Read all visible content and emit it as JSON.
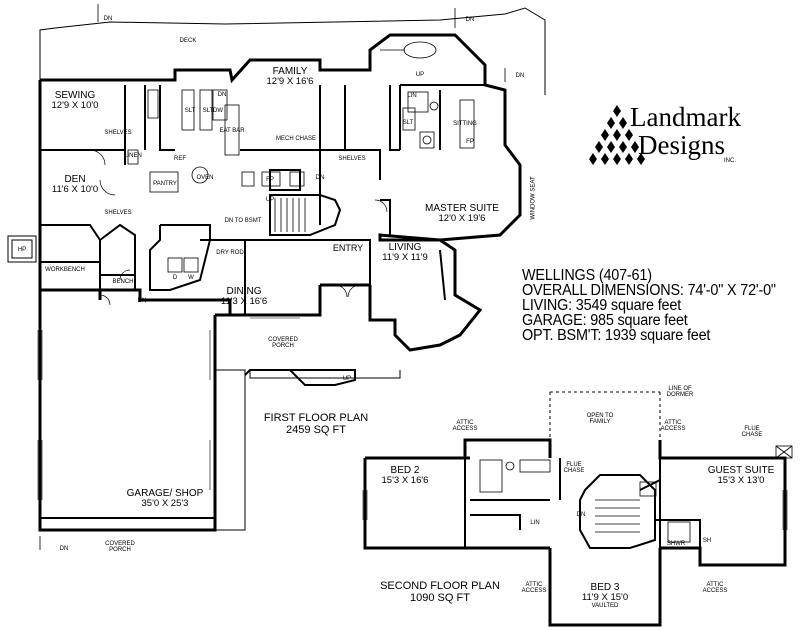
{
  "first_floor": {
    "title": "FIRST FLOOR PLAN",
    "area": "2459 SQ FT",
    "rooms": [
      {
        "name": "SEWING",
        "dims": "12'9 X 10'0"
      },
      {
        "name": "FAMILY",
        "dims": "12'9 X 16'6"
      },
      {
        "name": "DEN",
        "dims": "11'6 X 10'0"
      },
      {
        "name": "MASTER SUITE",
        "dims": "12'0 X 19'6"
      },
      {
        "name": "LIVING",
        "dims": "11'9 X 11'9"
      },
      {
        "name": "DINING",
        "dims": "11'3 X 16'6"
      },
      {
        "name": "GARAGE/ SHOP",
        "dims": "35'0 X 25'3"
      }
    ],
    "small_labels": {
      "deck": "DECK",
      "dn": "DN",
      "up": "UP",
      "linen": "LINEN",
      "pantry": "PANTRY",
      "shelves": "SHELVES",
      "mech_chase": "MECH CHASE",
      "fp": "FP",
      "dn_to_bsmt": "DN TO BSMT",
      "dry_rod": "DRY ROD",
      "entry": "ENTRY",
      "hp": "HP",
      "workbench": "WORKBENCH",
      "bench": "BENCH",
      "covered_porch": "COVERED PORCH",
      "window_seat": "WINDOW SEAT",
      "sitting": "SITTING",
      "lin": "LIN",
      "d": "D",
      "w": "W",
      "oven": "OVEN",
      "ref": "REF",
      "slt": "SLT",
      "eat_bar": "EAT BAR",
      "dw": "DW"
    }
  },
  "second_floor": {
    "title": "SECOND FLOOR PLAN",
    "area": "1090 SQ FT",
    "rooms": [
      {
        "name": "BED 2",
        "dims": "15'3 X 16'6"
      },
      {
        "name": "GUEST SUITE",
        "dims": "15'3 X 13'0"
      },
      {
        "name": "BED 3",
        "dims": "11'9 X 15'0",
        "note": "VAULTED"
      }
    ],
    "small_labels": {
      "open_to_family": "OPEN TO FAMILY",
      "line_of_dormer": "LINE OF DORMER",
      "attic_access": "ATTIC ACCESS",
      "flue_chase": "FLUE CHASE",
      "lin": "LIN",
      "dn": "DN",
      "shwr": "SHWR",
      "sh": "SH"
    }
  },
  "plan_info": {
    "name": "WELLINGS (407-61)",
    "overall": "OVERALL DIMENSIONS: 74'-0\" X 72'-0\"",
    "living": "LIVING: 3549 square feet",
    "garage": "GARAGE: 985 square feet",
    "basement": "OPT. BSM'T: 1939 square feet"
  },
  "logo": {
    "line1": "Landmark",
    "line2": "Designs",
    "suffix": "INC."
  }
}
